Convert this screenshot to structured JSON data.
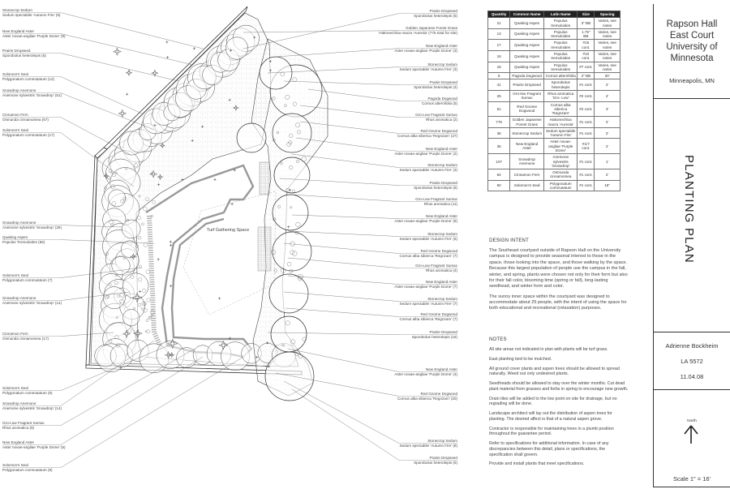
{
  "plan": {
    "space_label": "Turf Gathering Space",
    "labels_left": [
      {
        "common": "Stonecrop Sedum",
        "latin": "Sedum spectabile 'Autumn Fire' (9)"
      },
      {
        "common": "New England Aster",
        "latin": "Aster novae-angliae 'Purple Dome' (5)"
      },
      {
        "common": "Prairie Dropseed",
        "latin": "Sporobolus heterolepis (5)"
      },
      {
        "common": "Solomon's Seal",
        "latin": "Polygonatum commutatum (12)"
      },
      {
        "common": "Snowdrop Anemone",
        "latin": "Anemone sylvestris 'Snowdrop' (51)"
      },
      {
        "common": "Cinnamon Fern",
        "latin": "Osmunda cinnamomea (67)"
      },
      {
        "common": "Solomon's Seal",
        "latin": "Polygonatum commutatum (17)"
      },
      {
        "common": "Snowdrop Anemone",
        "latin": "Anemone sylvestris 'Snowdrop' (28)"
      },
      {
        "common": "Quaking Aspen",
        "latin": "Populus Tremuloides (66)"
      },
      {
        "common": "Solomon's Seal",
        "latin": "Polygonatum commutatum (7)"
      },
      {
        "common": "Snowdrop Anemone",
        "latin": "Anemone sylvestris 'Snowdrop' (14)"
      },
      {
        "common": "Cinnamon Fern",
        "latin": "Osmunda cinnamomea (17)"
      },
      {
        "common": "Solomon's Seal",
        "latin": "Polygonatum commutatum (6)"
      },
      {
        "common": "Snowdrop Anemone",
        "latin": "Anemone sylvestris 'Snowdrop' (14)"
      },
      {
        "common": "Gro-Low Fragrant Sumac",
        "latin": "Rhus aromatica (9)"
      },
      {
        "common": "New England Aster",
        "latin": "Aster novae-angliae 'Purple Dome' (5)"
      },
      {
        "common": "Solomon's Seal",
        "latin": "Polygonatum commutatum (8)"
      }
    ],
    "labels_right": [
      {
        "common": "Prairie Dropseed",
        "latin": "Sporobolus heterolepis (5)"
      },
      {
        "common": "Golden Japanese Forest Grass",
        "latin": "Hakonechloa macra 'Aureola' (775 total for site)"
      },
      {
        "common": "New England Aster",
        "latin": "Aster novae-angliae 'Purple Dome' (3)"
      },
      {
        "common": "Stonecrop Sedum",
        "latin": "Sedum spectabile 'Autumn Fire' (3)"
      },
      {
        "common": "Prairie Dropseed",
        "latin": "Sporobolus heterolepis (4)"
      },
      {
        "common": "Pagoda Dogwood",
        "latin": "Cornus alternifolia (5)"
      },
      {
        "common": "Gro-Low Fragrant Sumac",
        "latin": "Rhus aromatica (2)"
      },
      {
        "common": "Red Gnome Dogwood",
        "latin": "Cornus alba siberica 'Regnzam' (27)"
      },
      {
        "common": "New England Aster",
        "latin": "Aster novae-angliae 'Purple Dome' (2)"
      },
      {
        "common": "Stonecrop Sedum",
        "latin": "Sedum spectabile 'Autumn Fire' (3)"
      },
      {
        "common": "Prairie Dropseed",
        "latin": "Sporobolus heterolepis (6)"
      },
      {
        "common": "Gro-Low Fragrant Sumac",
        "latin": "Rhus aromatica (11)"
      },
      {
        "common": "New England Aster",
        "latin": "Aster novae-angliae 'Purple Dome' (6)"
      },
      {
        "common": "Stonecrop Sedum",
        "latin": "Sedum spectabile 'Autumn Fire' (6)"
      },
      {
        "common": "Red Gnome Dogwood",
        "latin": "Cornus alba sibierca 'Regnzam' (7)"
      },
      {
        "common": "Gro-Low Fragrant Sumac",
        "latin": "Rhus aromatica (4)"
      },
      {
        "common": "New England Aster",
        "latin": "Aster novae-angliae 'Purple Dome' (7)"
      },
      {
        "common": "Stonecrop Sedum",
        "latin": "Sedum spectabile 'Autumn Fire' (7)"
      },
      {
        "common": "Red Gnome Dogwood",
        "latin": "Cornus alba sibierca 'Regnzam' (7)"
      },
      {
        "common": "Prairie Dropseed",
        "latin": "Sporobolus heterolepis (16)"
      },
      {
        "common": "New England Aster",
        "latin": "Aster novae-angliae 'Purple Dome' (4)"
      },
      {
        "common": "Red Gnome Dogwood",
        "latin": "Cornus alba sibierca 'Regnzam' (20)"
      },
      {
        "common": "Stonecrop Sedum",
        "latin": "Sedum spectabile 'Autumn Fire' (8)"
      },
      {
        "common": "Prairie Dropseed",
        "latin": "Sporobolus heterolepis (5)"
      }
    ]
  },
  "schedule": {
    "headers": [
      "Quantity",
      "Common Name",
      "Latin Name",
      "Size",
      "Spacing"
    ],
    "rows": [
      [
        "21",
        "Quaking Aspen",
        "Populus tremuloides",
        "3\" BB",
        "Varies, see notes"
      ],
      [
        "13",
        "Quaking Aspen",
        "Populus tremuloides",
        "1.75\" BB",
        "Varies, see notes"
      ],
      [
        "17",
        "Quaking Aspen",
        "Populus tremuloides",
        "#15 cont.",
        "Varies, see notes"
      ],
      [
        "16",
        "Quaking Aspen",
        "Populus tremuloides",
        "#10 cont.",
        "Varies, see notes"
      ],
      [
        "18",
        "Quaking Aspen",
        "Populus tremuloides",
        "#7 cont.",
        "Varies, see notes"
      ],
      [
        "5",
        "Pagoda Dogwood",
        "Cornus alternifolia",
        "2\" BB",
        "20'"
      ],
      [
        "41",
        "Prairie Dropseed",
        "Sporobolus heterolepis",
        "#1 cont.",
        "2'"
      ],
      [
        "26",
        "Gro-low Fragrant Sumac",
        "Rhus aromatica 'Gro- Low'",
        "#2 cont.",
        "4'"
      ],
      [
        "61",
        "Red Gnome Dogwood",
        "Cornus alba siberica 'Regnzam'",
        "#2 cont.",
        "3'"
      ],
      [
        "775",
        "Golden Japanese Forest Grass",
        "Hakonechloa macra 'Aureola'",
        "#1 cont.",
        "2'"
      ],
      [
        "36",
        "Stonecrop Sedum",
        "Sedum spectabile 'Autumn Fire'",
        "#1 cont.",
        "2'"
      ],
      [
        "35",
        "New England Aster",
        "Aster novae-angliae 'Purple Dome'",
        "#1/7 cont.",
        "2'"
      ],
      [
        "107",
        "Snowdrop Anemone",
        "Anemone sylvestris 'Snowdrop'",
        "#1 cont.",
        "1'"
      ],
      [
        "84",
        "Cinnamon Fern",
        "Osmunda cinnamomea",
        "#1 cont.",
        "2'"
      ],
      [
        "50",
        "Solomon's Seal",
        "Polygonatum commutatum",
        "#1 cont.",
        "18\""
      ]
    ]
  },
  "design_intent": {
    "heading": "DESIGN INTENT",
    "paragraphs": [
      "The Southeast courtyard outside of Rapson Hall on the University campus is designed to provide seasonal interest to those in the space, those looking into the space, and those walking by the space. Because this largest population of people use the campus in the fall, winter, and spring, plants were chosen not only for their form but also for their fall color, blooming time (spring or fall), long-lasting seedhead, and winter form and color.",
      "The sunny inner space within the courtyard was designed to accommodate about 25 people, with the intent of using the space for both educational and recreational (relaxation) purposes."
    ]
  },
  "notes": {
    "heading": "NOTES",
    "items": [
      "All site areas not indicated in plan with plants will be turf grass.",
      "East planting bed to be mulched.",
      "All ground cover plants and aspen trees should be allowed to spread naturally. Weed out only undesired plants.",
      "Seedheads should be allowed to stay over the winter months. Cut dead plant material from grasses and forbs in spring to encourage new growth.",
      "Drain tiles will be added to the low point on site for drainage, but no regrading will be done.",
      "Landscape architect will lay out the distribution of aspen trees for planting. The desired affect is that of a natural aspen grove.",
      "Contractor is responsible for maintaining trees in a plumb position throughout the guarantee period.",
      "Refer to specifications for additional information. In case of any discrepancies between this detail, plans or specifications, the specification shall govern.",
      "Provide and install plants that meet specifications."
    ]
  },
  "title_block": {
    "project": [
      "Rapson Hall",
      "East Court",
      "University of",
      "Minnesota"
    ],
    "location": "Minneapolis, MN",
    "sheet_title": "PLANTING PLAN",
    "author": "Adrienne Bockheim",
    "course": "LA 5572",
    "date": "11.04.08",
    "north_label": "North",
    "scale": "Scale 1\" = 16'"
  }
}
